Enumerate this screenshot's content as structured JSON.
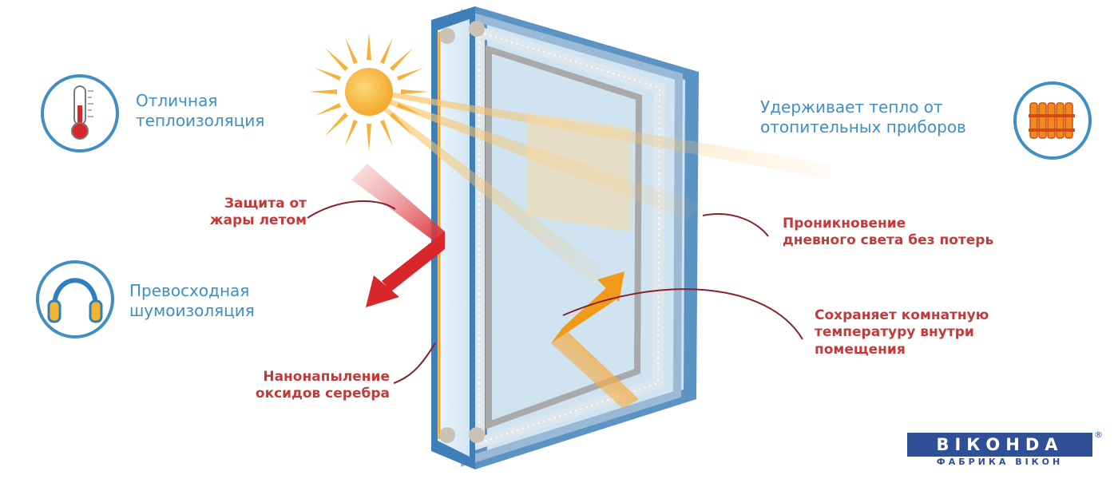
{
  "features": {
    "thermal_insulation": "Отличная\nтеплоизоляция",
    "noise_insulation": "Превосходная\nшумоизоляция",
    "retains_heat": "Удерживает тепло от\nотопительных приборов"
  },
  "callouts": {
    "heat_protection": "Защита от\nжары летом",
    "silver_coating": "Нанонапыление\nоксидов серебра",
    "daylight": "Проникновение\nдневного света без потерь",
    "room_temp": "Сохраняет комнатную\nтемпературу внутри\nпомещения"
  },
  "brand": {
    "name": "ВІКОНDA",
    "registered": "®",
    "tagline": "ФАБРИКА ВІКОН"
  },
  "colors": {
    "accent_blue": "#3f8fc5",
    "callout_red": "#c23a3a",
    "sun_orange": "#f5b23a",
    "heat_arrow": "#d8262b",
    "warm_arrow": "#f19a1a",
    "frame_blue": "#4f86b9"
  },
  "icons": [
    "thermometer-icon",
    "headphones-icon",
    "radiator-icon",
    "sun-icon"
  ]
}
